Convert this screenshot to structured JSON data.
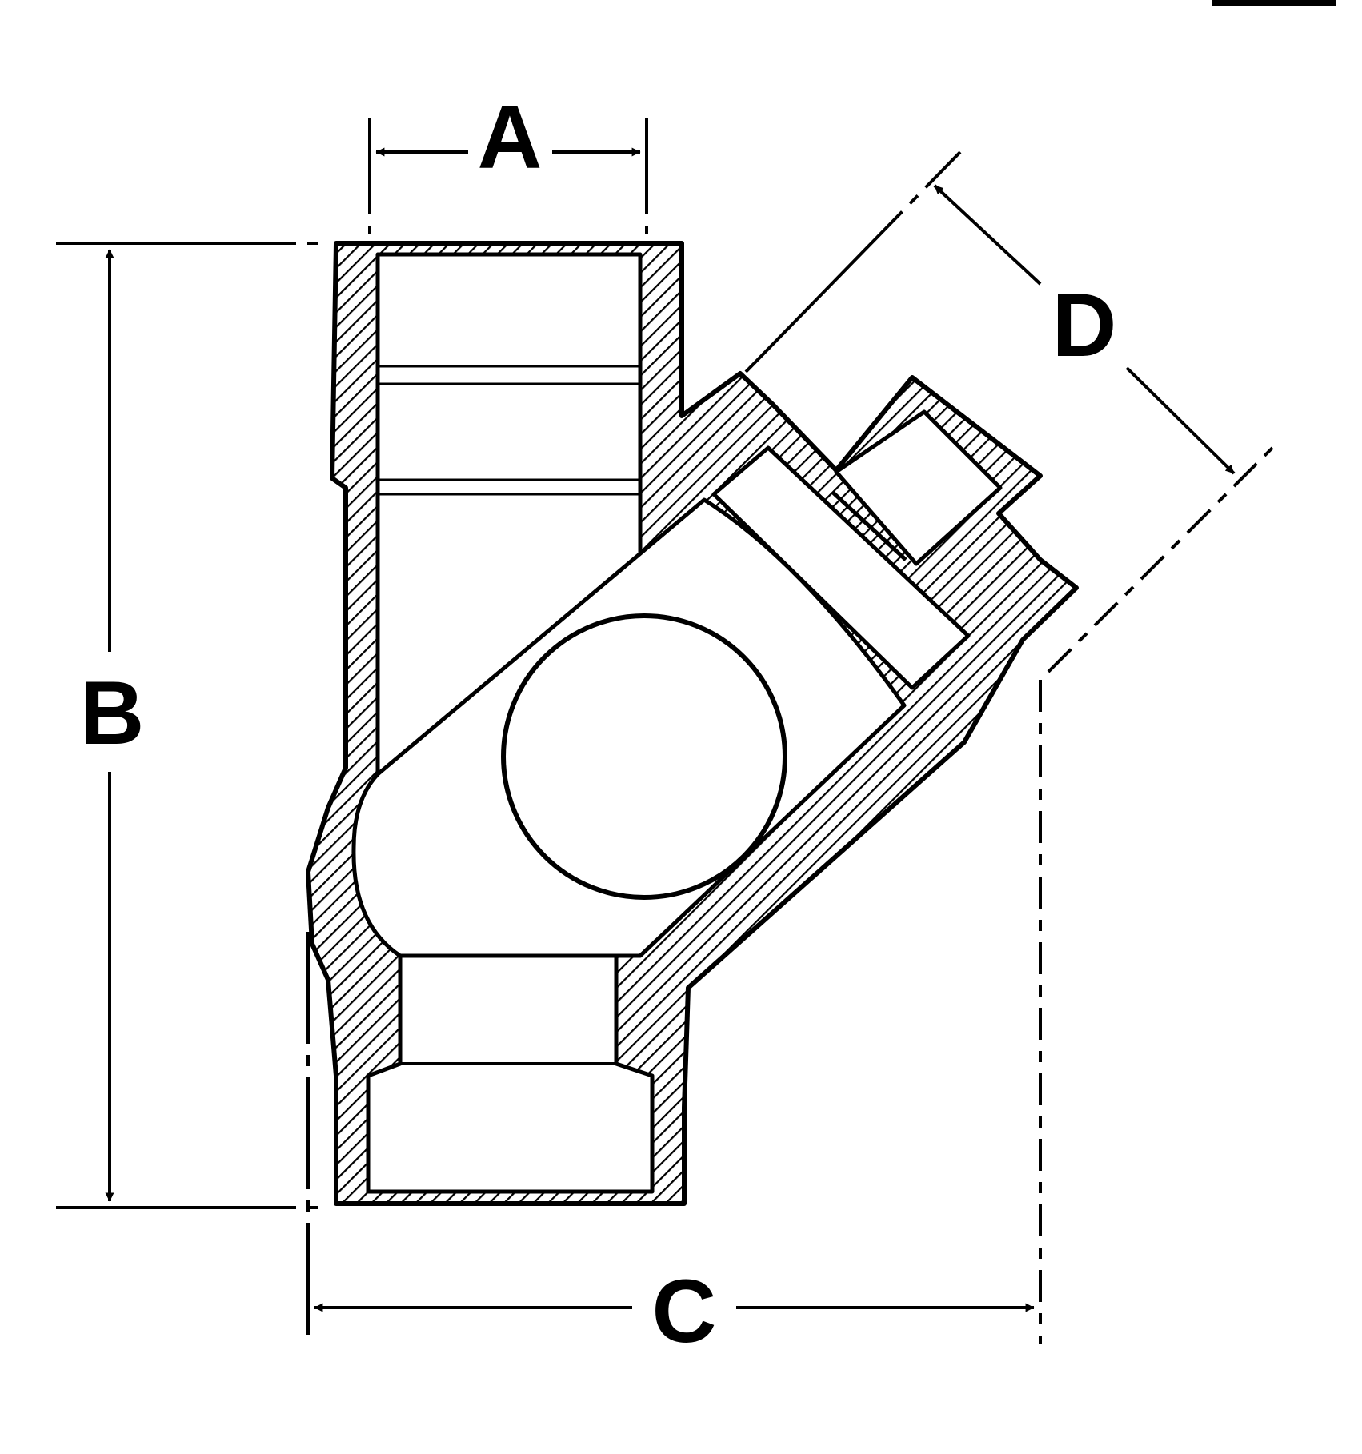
{
  "diagram": {
    "labels": {
      "A": "A",
      "B": "B",
      "C": "C",
      "D": "D"
    },
    "colors": {
      "ink": "#000000",
      "paper": "#ffffff"
    }
  }
}
